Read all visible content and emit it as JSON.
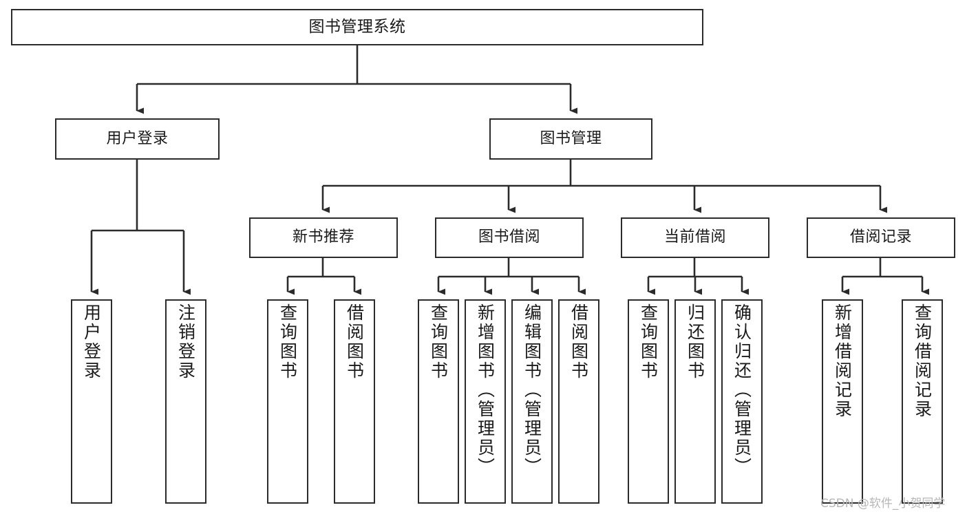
{
  "diagram": {
    "title": "图书管理系统",
    "watermark": "CSDN @软件_小贺同学",
    "colors": {
      "background": "#ffffff",
      "node_border": "#2b2b2b",
      "node_fill": "#ffffff",
      "connector": "#2b2b2b",
      "text": "#1a1a1a",
      "watermark": "#b7b7b7"
    },
    "root": {
      "label": "图书管理系统"
    },
    "level2": [
      {
        "label": "用户登录"
      },
      {
        "label": "图书管理"
      }
    ],
    "level3": [
      {
        "label": "新书推荐"
      },
      {
        "label": "图书借阅"
      },
      {
        "label": "当前借阅"
      },
      {
        "label": "借阅记录"
      }
    ],
    "leaves": {
      "user_login": [
        {
          "label": "用户登录"
        },
        {
          "label": "注销登录"
        }
      ],
      "new_book_recommend": [
        {
          "label": "查询图书"
        },
        {
          "label": "借阅图书"
        }
      ],
      "book_borrow": [
        {
          "label": "查询图书"
        },
        {
          "label": "新增图书（管理员）"
        },
        {
          "label": "编辑图书（管理员）"
        },
        {
          "label": "借阅图书"
        }
      ],
      "current_borrow": [
        {
          "label": "查询图书"
        },
        {
          "label": "归还图书"
        },
        {
          "label": "确认归还（管理员）"
        }
      ],
      "borrow_record": [
        {
          "label": "新增借阅记录"
        },
        {
          "label": "查询借阅记录"
        }
      ]
    }
  }
}
